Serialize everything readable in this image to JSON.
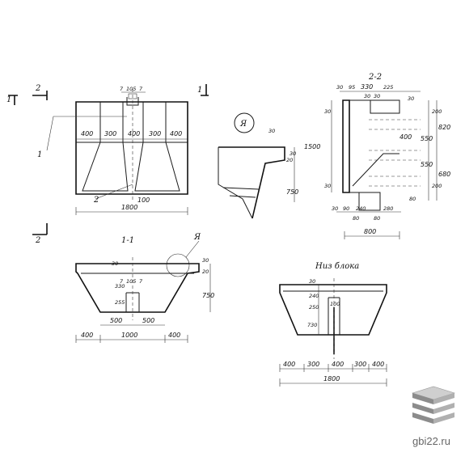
{
  "labels": {
    "cut1": "1",
    "cut2": "2",
    "view11": "1-1",
    "view22": "2-2",
    "bottom_view": "Низ блока",
    "detail": "Я",
    "leader1": "1",
    "leader2": "2",
    "brand": "gbi22.ru"
  },
  "dims": {
    "front": {
      "top1": "7",
      "top2": "105",
      "top3": "7",
      "w400a": "400",
      "w300a": "300",
      "w400b": "400",
      "w300b": "300",
      "w100": "100",
      "total": "1800"
    },
    "detail": {
      "d30": "30",
      "d20": "20",
      "d30b": "30",
      "d750": "750"
    },
    "side": {
      "t30a": "30",
      "t95": "95",
      "t330": "330",
      "t225": "225",
      "t30b": "30",
      "t30c": "30",
      "l30a": "30",
      "l1500": "1500",
      "l30b": "30",
      "r30": "30",
      "r200a": "200",
      "r820": "820",
      "r550a": "550",
      "r550b": "550",
      "r680": "680",
      "r200b": "200",
      "r80": "80",
      "i400": "400",
      "b30": "30",
      "b90": "90",
      "b240": "240",
      "b280": "280",
      "b80a": "80",
      "b80b": "80",
      "b800": "800"
    },
    "sec11": {
      "v30": "30",
      "v20": "20",
      "v750": "750",
      "c330": "330",
      "c255": "255",
      "c7a": "7",
      "c105": "105",
      "c7b": "7",
      "w500a": "500",
      "w500b": "500",
      "w400a": "400",
      "w1000": "1000",
      "w400b": "400"
    },
    "bottom": {
      "v30": "30",
      "v240": "240",
      "v250": "250",
      "v730": "730",
      "v100": "100",
      "w400a": "400",
      "w300a": "300",
      "w400b": "400",
      "w300b": "300",
      "w400c": "400",
      "total": "1800"
    }
  },
  "colors": {
    "line": "#1a1a1a",
    "brand": "#666666"
  }
}
